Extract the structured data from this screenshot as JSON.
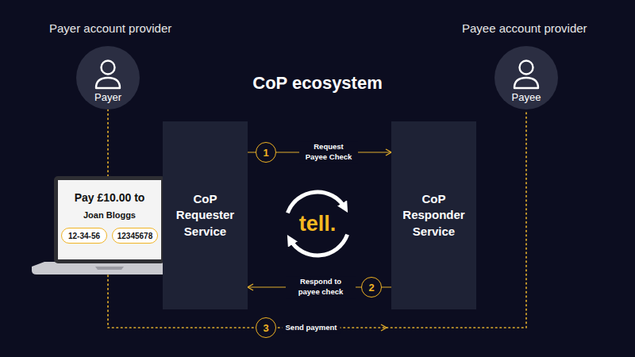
{
  "diagram": {
    "title": "CoP ecosystem",
    "nodes": [
      {
        "text": [
          "Payer"
        ]
      },
      {
        "text": [
          "Payee"
        ]
      },
      {
        "text": [
          "Pay £10.00 to",
          "Joan Bloggs"
        ]
      },
      {
        "text": [
          "12-34-56"
        ],
        "in": 2
      },
      {
        "text": [
          "12345678"
        ],
        "in": 2
      },
      {
        "text": [
          "CoP Requester Service"
        ]
      },
      {
        "text": [
          "CoP Responder Service"
        ]
      }
    ],
    "edges": [
      {
        "from": 5,
        "to": 6,
        "arrow": "to",
        "label": "Request Payee Check"
      },
      {
        "from": 6,
        "to": 5,
        "arrow": "to",
        "label": "Respond to payee check"
      },
      {
        "from": 0,
        "to": 1,
        "arrow": "to",
        "label": "Send payment"
      }
    ],
    "labels": [
      "Payer account provider",
      "Payee account provider",
      "1",
      "2",
      "3",
      "tell."
    ]
  }
}
